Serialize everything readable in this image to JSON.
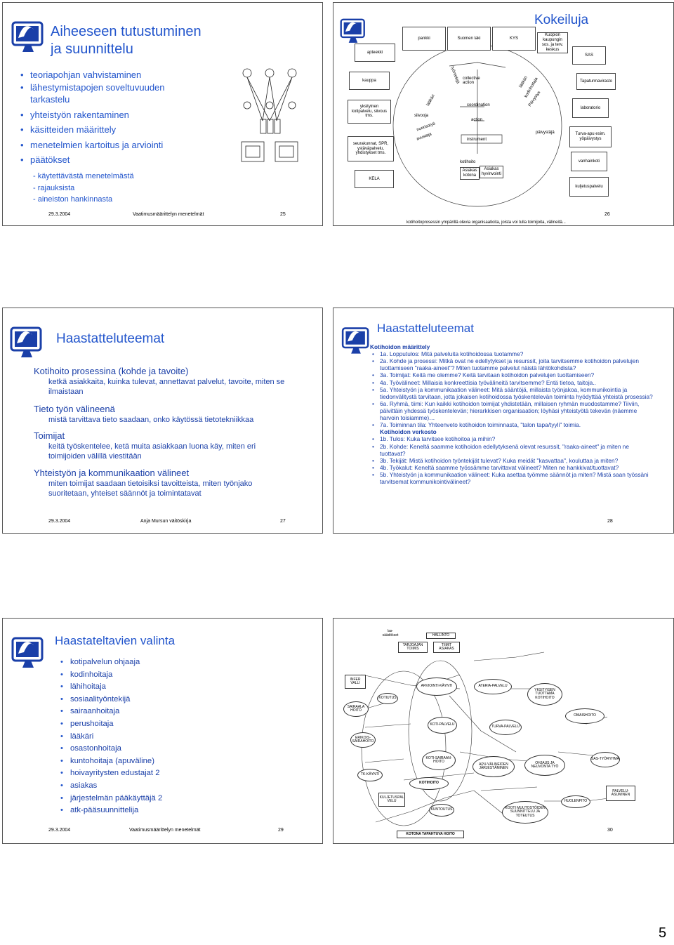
{
  "page_number": "5",
  "slide25": {
    "title_line1": "Aiheeseen tutustuminen",
    "title_line2": "ja suunnittelu",
    "bullets": [
      "teoriapohjan vahvistaminen",
      "lähestymistapojen soveltuvuuden tarkastelu",
      "yhteistyön rakentaminen",
      "käsitteiden määrittely",
      "menetelmien kartoitus ja arviointi",
      "päätökset"
    ],
    "sub_items": [
      "- käytettävästä menetelmästä",
      "- rajauksista",
      "- aineiston hankinnasta"
    ],
    "date": "29.3.2004",
    "footer": "Vaatimusmäärittelyn menetelmät",
    "number": "25"
  },
  "slide26": {
    "title": "Kokeiluja",
    "left_boxes": [
      "apteekki",
      "kauppa",
      "yksityinen kotipalvelu, siivous tms.",
      "seurakunnat, SPR, ystäväpalvelu, yhdistykset tms.",
      "KELA"
    ],
    "top_boxes": [
      "pankki",
      "Suomen laki",
      "KYS",
      "Kuopion kaupungin sos. ja terv. keskus"
    ],
    "right_boxes": [
      "SAS",
      "Tapaturmavirasto",
      "laboratorio",
      "Turva-apu esim. yöpäivystys",
      "vanhainkoti",
      "kuljetuspalvelu"
    ],
    "center_labels": [
      "collective action",
      "coordination",
      "action",
      "instrument",
      "kotihoito",
      "Asiakas kotona",
      "Asiakas hyvinvointi"
    ],
    "arc_labels": [
      "lääkäri",
      "siivooja",
      "nuorisotyö",
      "avustaja",
      "työntekijä",
      "lääkäri",
      "kodinhoitaja",
      "Päivystys",
      "päivystäjä"
    ],
    "caption": "kotihoitoprosessin ympärillä olevia organisaatioita, joista voi tulla toimijoita, välineitä...",
    "number": "26"
  },
  "slide27": {
    "title": "Haastatteluteemat",
    "sections": [
      {
        "heading": "Kotihoito prosessina (kohde ja tavoite)",
        "text": "ketkä asiakkaita, kuinka tulevat, annettavat palvelut, tavoite, miten se ilmaistaan"
      },
      {
        "heading": "Tieto työn välineenä",
        "text": "mistä tarvittava tieto saadaan, onko käytössä tietotekniikkaa"
      },
      {
        "heading": "Toimijat",
        "text": "keitä työskentelee, ketä muita asiakkaan luona käy, miten eri toimijoiden välillä viestitään"
      },
      {
        "heading": "Yhteistyön ja kommunikaation välineet",
        "text": "miten toimijat saadaan tietoisiksi tavoitteista, miten työnjako suoritetaan, yhteiset säännöt ja toimintatavat"
      }
    ],
    "date": "29.3.2004",
    "footer": "Anja Mursun väitöskirja",
    "number": "27"
  },
  "slide28": {
    "title": "Haastatteluteemat",
    "rows": [
      {
        "kind": "h",
        "text": "Kotihoidon määrittely"
      },
      {
        "kind": "b",
        "text": "1a. Lopputulos: Mitä palveluita kotihoidossa tuotamme?"
      },
      {
        "kind": "b",
        "text": "2a. Kohde ja prosessi: Mitkä ovat ne edellytykset ja resurssit, joita tarvitsemme kotihoidon palvelujen tuottamiseen \"raaka-aineet\"? Miten tuotamme palvelut näistä lähtökohdista?"
      },
      {
        "kind": "b",
        "text": "3a. Toimijat: Keitä me olemme? Keitä tarvitaan kotihoidon palvelujen tuottamiseen?"
      },
      {
        "kind": "b",
        "text": "4a. Työvälineet: Millaisia konkreettisia työvälineitä tarvitsemme? Entä tietoa, taitoja.."
      },
      {
        "kind": "b",
        "text": "5a. Yhteistyön ja kommunikaation välineet: Mitä sääntöjä, millaista työnjakoa, kommunikointia ja tiedonvälitystä tarvitaan, jotta jokaisen kotihoidossa työskentelevän toiminta hyödyttää yhteistä prosessia?"
      },
      {
        "kind": "b",
        "text": "6a. Ryhmä, tiimi: Kun kaikki kotihoidon toimijat yhdistetään, millaisen ryhmän muodostamme? Tiiviin, päivittäin yhdessä työskentelevän; hierarkkisen organisaation; löyhäsi yhteistyötä tekevän (näemme harvoin toisiamme)…"
      },
      {
        "kind": "b",
        "text": "7a. Toiminnan tila: Yhteenveto kotihoidon toiminnasta, \"talon tapa/tyyli\" toimia."
      },
      {
        "kind": "h",
        "text": "Kotihoidon verkosto"
      },
      {
        "kind": "b",
        "text": "1b. Tulos: Kuka tarvitsee kotihoitoa ja mihin?"
      },
      {
        "kind": "b",
        "text": "2b. Kohde: Keneltä saamme kotihoidon edellytyksenä olevat resurssit, \"raaka-aineet\" ja miten ne tuottavat?"
      },
      {
        "kind": "b",
        "text": "3b. Tekijät: Mistä kotihoidon työntekijät tulevat? Kuka meidät \"kasvattaa\", kouluttaa ja miten?"
      },
      {
        "kind": "b",
        "text": "4b. Työkalut: Keneltä saamme työssämme tarvittavat välineet? Miten ne hankkivat/tuottavat?"
      },
      {
        "kind": "b",
        "text": "5b. Yhteistyön ja kommunikaation välineet: Kuka asettaa työmme säännöt ja miten? Mistä saan työssäni tarvitsemat kommunikointivälineet?"
      }
    ],
    "number": "28"
  },
  "slide29": {
    "title": "Haastateltavien valinta",
    "bullets": [
      "kotipalvelun ohjaaja",
      "kodinhoitaja",
      "lähihoitaja",
      "sosiaalityöntekijä",
      "sairaanhoitaja",
      "perushoitaja",
      "lääkäri",
      "osastonhoitaja",
      "kuntohoitaja (apuväline)",
      "hoivayritysten edustajat 2",
      "asiakas",
      "järjestelmän pääkäyttäjä 2",
      "atk-pääsuunnittelija"
    ],
    "date": "29.3.2004",
    "footer": "Vaatimusmäärittelyn menetelmät",
    "number": "29"
  },
  "slide30": {
    "nodes": [
      "las-säädökset",
      "HALLINTO",
      "TARJOAJAN TOIMIS",
      "TIIMIT ASIAKAS",
      "INFER VALLI",
      "ARVIOINTI-KÄYNTI",
      "ATERIA-PALVELU",
      "YKSITYISEN TUOTTAMA KOTIHOITO",
      "SAIRAALA HOITO",
      "KOTIUTUS",
      "OMAISHOITO",
      "KOTI-PALVELU",
      "TURVA-PALVELU",
      "ERIKOIS-SAIRAHOITO",
      "KOTI-SAIRAAN-HOITO",
      "APU-VÄLINEIDEN JÄRJESTÄMINEN",
      "OHJAUS JA NEUVONTA TYÖ",
      "SAS-TYÖRYHMÄ",
      "TK-KÄYNTI",
      "KOTIHOITO",
      "KULJETUSPAL VELU",
      "KUNTOUTUS",
      "KOOTI MUUTOSTÖIDEN SUUNNITTELU JA TOTEUTUS",
      "HUOLENPITO",
      "PALVELU-ASUMINEN"
    ],
    "caption": "KOTONA TAPAHTUVA HOITO",
    "number": "30"
  }
}
